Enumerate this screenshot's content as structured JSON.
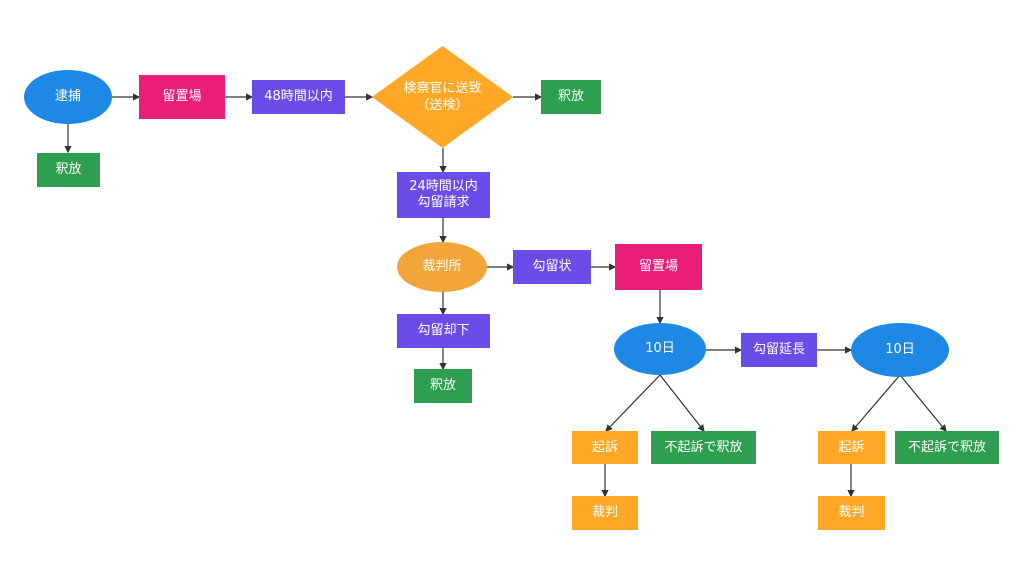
{
  "colors": {
    "blue": "#1e88e5",
    "pink": "#e91e78",
    "purple": "#6a4ce8",
    "orange": "#ffa726",
    "orange_court": "#f2a63a",
    "green": "#2e9e4f",
    "line": "#333333"
  },
  "nodes": {
    "arrest": "逮捕",
    "release_1": "釈放",
    "detention_1": "留置場",
    "within_48h": "48時間以内",
    "send_to_prosecutor": "検察官に送致\n（送検）",
    "release_2": "釈放",
    "detention_request": "24時間以内\n勾留請求",
    "court": "裁判所",
    "detention_warrant": "勾留状",
    "detention_2": "留置場",
    "detention_rejected": "勾留却下",
    "release_3": "釈放",
    "days10_a": "10日",
    "extension": "勾留延長",
    "days10_b": "10日",
    "indict_a": "起訴",
    "not_indicted_a": "不起訴で釈放",
    "trial_a": "裁判",
    "indict_b": "起訴",
    "not_indicted_b": "不起訴で釈放",
    "trial_b": "裁判"
  }
}
